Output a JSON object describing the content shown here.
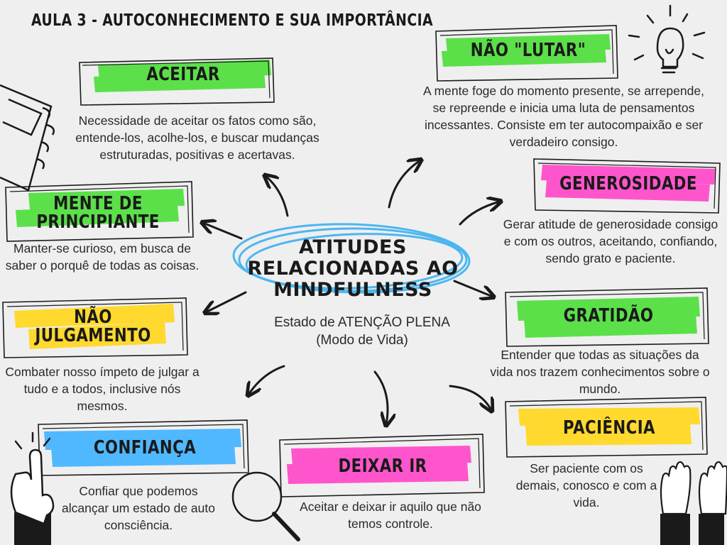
{
  "title": "AULA 3 - AUTOCONHECIMENTO E SUA IMPORTÂNCIA",
  "center": {
    "title": "ATITUDES RELACIONADAS AO MINDFULNESS",
    "state_line1": "Estado de ATENÇÃO PLENA",
    "state_line2": "(Modo de Vida)"
  },
  "colors": {
    "green": "#5be04a",
    "pink": "#ff55cc",
    "yellow": "#ffd92e",
    "blue": "#4fb8ff",
    "ring": "#4db6f0",
    "ink": "#1a1a1a"
  },
  "nodes": {
    "aceitar": {
      "label": "ACEITAR",
      "desc": "Necessidade de aceitar os fatos como são, entende-los, acolhe-los, e buscar mudanças estruturadas, positivas e acertavas."
    },
    "nao_lutar": {
      "label": "NÃO \"LUTAR\"",
      "desc": "A mente foge do momento presente, se arrepende, se repreende e inicia uma luta de pensamentos incessantes. Consiste em ter autocompaixão e ser verdadeiro consigo."
    },
    "mente": {
      "label_line1": "MENTE DE",
      "label_line2": "PRINCIPIANTE",
      "desc": "Manter-se curioso, em busca de saber o porquê de todas as coisas."
    },
    "generosidade": {
      "label": "GENEROSIDADE",
      "desc": "Gerar atitude de generosidade consigo e com os outros, aceitando, confiando, sendo grato e paciente."
    },
    "nao_julgamento": {
      "label_line1": "NÃO",
      "label_line2": "JULGAMENTO",
      "desc": "Combater nosso ímpeto de julgar a tudo e a todos, inclusive nós mesmos."
    },
    "gratidao": {
      "label": "GRATIDÃO",
      "desc": "Entender que todas as situações da vida nos trazem conhecimentos sobre o mundo."
    },
    "confianca": {
      "label": "CONFIANÇA",
      "desc": "Confiar que podemos alcançar um estado de auto consciência."
    },
    "deixar_ir": {
      "label": "DEIXAR IR",
      "desc": "Aceitar e deixar ir aquilo que não temos controle."
    },
    "paciencia": {
      "label": "PACIÊNCIA",
      "desc": "Ser paciente com os demais, conosco e com a vida."
    }
  }
}
